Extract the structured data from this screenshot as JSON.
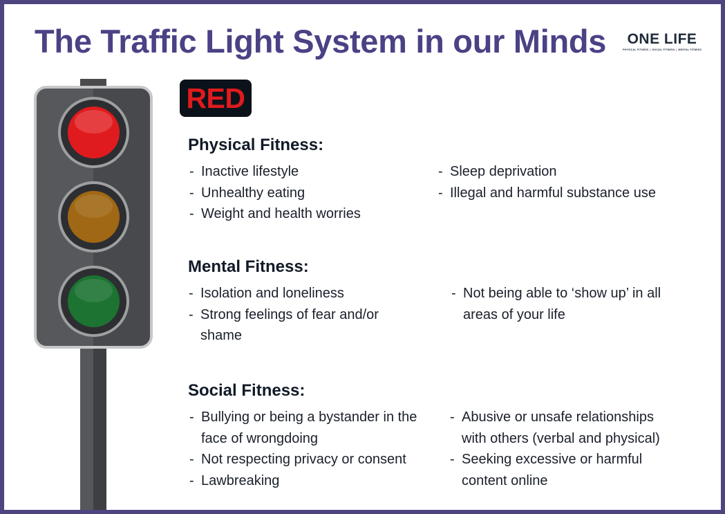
{
  "title": "The Traffic Light System in our Minds",
  "logo": {
    "name": "ONE LIFE",
    "tagline": [
      "PHYSICAL FITNESS",
      "SOCIAL FITNESS",
      "MENTAL FITNESS"
    ]
  },
  "badge": "RED",
  "colors": {
    "frame": "#4e4480",
    "title": "#4a4285",
    "badge_bg": "#0c1219",
    "red": "#e01b1e",
    "amber": "#a06814",
    "green": "#1c7332"
  },
  "sections": {
    "physical": {
      "title": "Physical Fitness:",
      "left": [
        [
          "Inactive lifestyle"
        ],
        [
          "Unhealthy eating"
        ],
        [
          "Weight and health worries"
        ]
      ],
      "right": [
        [
          "Sleep deprivation"
        ],
        [
          "Illegal and harmful substance use"
        ]
      ]
    },
    "mental": {
      "title": "Mental Fitness:",
      "left": [
        [
          "Isolation and loneliness"
        ],
        [
          "Strong feelings of fear and/or",
          "shame"
        ]
      ],
      "right": [
        [
          "Not being able to ‘show up’ in all",
          "areas of your life"
        ]
      ]
    },
    "social": {
      "title": "Social Fitness:",
      "left": [
        [
          "Bullying or being a bystander in the",
          "face of wrongdoing"
        ],
        [
          "Not respecting privacy or consent"
        ],
        [
          "Lawbreaking"
        ]
      ],
      "right": [
        [
          "Abusive or unsafe relationships",
          "with others (verbal and physical)"
        ],
        [
          "Seeking excessive or harmful",
          "content online"
        ]
      ]
    }
  }
}
